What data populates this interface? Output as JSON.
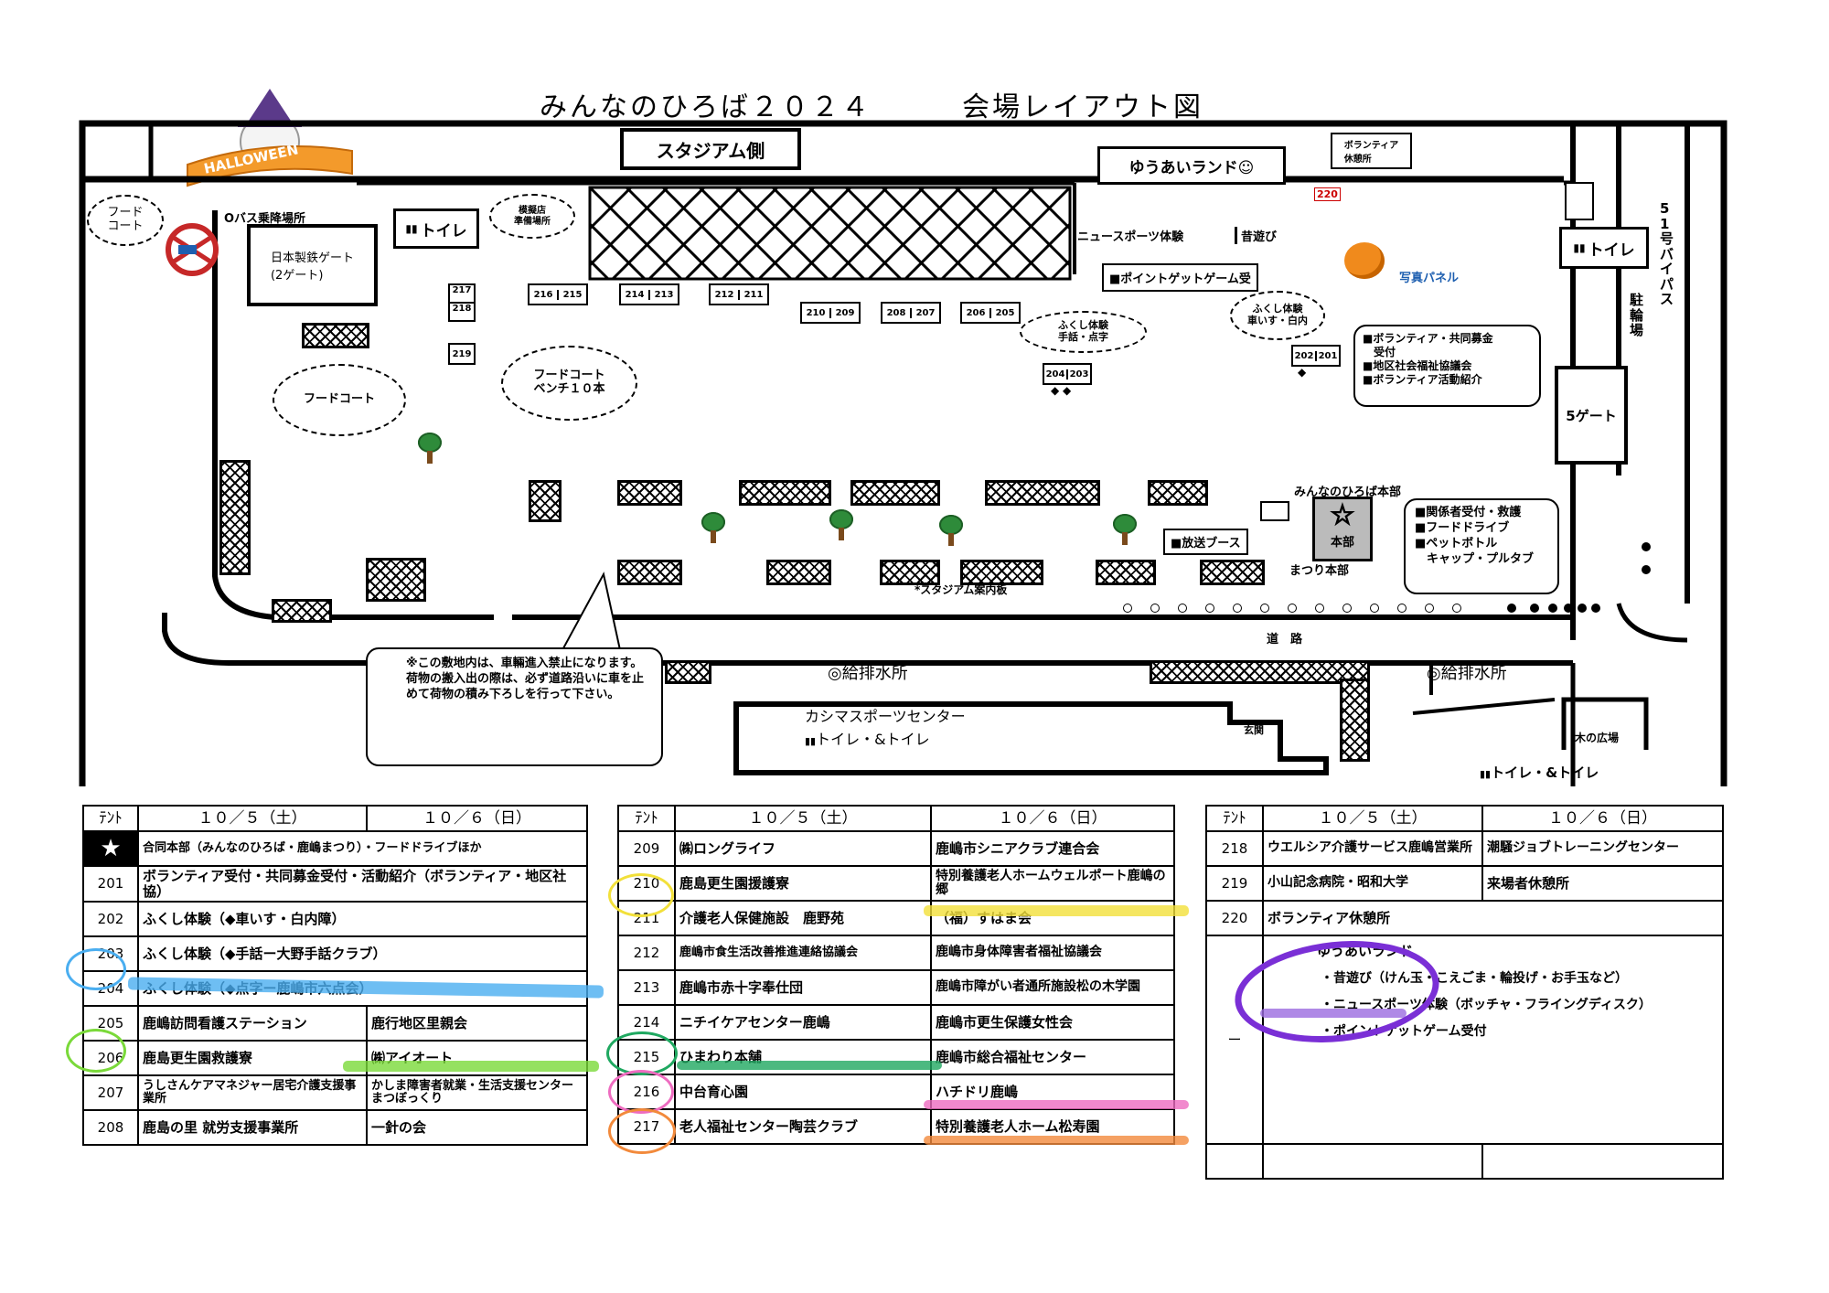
{
  "title": "みんなのひろば２０２４　　　会場レイアウト図",
  "halloween_logo": "HALLOWEEN",
  "map": {
    "stadium_side": "スタジアム側",
    "yuai_land": "ゆうあいランド☺",
    "volunteer_rest": "ボランティア\n休憩所",
    "tent_220": "220",
    "food_court_tl": "フード\nコート",
    "bus_parking": "Oバス乗降場所",
    "nihon_gate": "日本製鉄ゲート\n(2ゲート)",
    "toilet_a": "トイレ",
    "toilet_b": "トイレ",
    "staging_area": "模擬店\n準備場所",
    "news_sports": "ニュースポーツ体験",
    "fuyu_asobi": "昔遊び",
    "pumpkin_photo": "写真パネル",
    "route_51": "51号バイパス",
    "parking": "駐輪場",
    "gate5": "5ゲート",
    "point_game": "■ポイントゲットゲーム受",
    "fukushi_exp_a": "ふくし体験\n手話・点字",
    "fukushi_exp_b": "ふくし体験\n車いす・白内",
    "volunteer_info": "■ボランティア・共同募金\n　受付\n■地区社会福祉協議会\n■ボランティア活動紹介",
    "food_court_mid": "フードコート",
    "food_court_bench": "フードコート\nベンチ１０本",
    "hq_label": "みんなのひろば本部",
    "hq_box": "本部",
    "matsuri_hq": "まつり本部",
    "broadcast_booth": "■放送ブース",
    "hq_info": "■関係者受付・救護\n■フードドライブ\n■ペットボトル\n　キャップ・プルタブ",
    "stadium_guide": "*スタジアム案内板",
    "road": "道　路",
    "water_a": "◎給排水所",
    "water_b": "◎給排水所",
    "notice": "※この敷地内は、車輛進入禁止になります。\n荷物の搬入出の際は、必ず道路沿いに車を止めて荷物の積み下ろしを行って下さい。",
    "kashima_center": "カシマスポーツセンター",
    "kashima_toilet": "トイレ・&トイレ",
    "entrance": "玄関",
    "tree_plaza": "木の広場",
    "toilet_br": "トイレ・&トイレ",
    "tents_top": [
      "217",
      "218",
      "216",
      "215",
      "214",
      "213",
      "212",
      "211",
      "210",
      "209",
      "208",
      "207",
      "206",
      "205",
      "219",
      "204",
      "203",
      "202",
      "201"
    ]
  },
  "tables": {
    "headers": [
      "ﾃﾝﾄ",
      "１０／５（土）",
      "１０／６（日）"
    ],
    "left": [
      {
        "no": "★",
        "sat": "合同本部（みんなのひろば・鹿嶋まつり）・フードドライブほか",
        "sun": ""
      },
      {
        "no": "201",
        "sat": "ボランティア受付・共同募金受付・活動紹介（ボランティア・地区社協）",
        "sun": ""
      },
      {
        "no": "202",
        "sat": "ふくし体験（◆車いす・白内障）",
        "sun": ""
      },
      {
        "no": "203",
        "sat": "ふくし体験（◆手話ー大野手話クラブ）",
        "sun": ""
      },
      {
        "no": "204",
        "sat": "ふくし体験（◆点字ー鹿嶋市六点会）",
        "sun": ""
      },
      {
        "no": "205",
        "sat": "鹿嶋訪問看護ステーション",
        "sun": "鹿行地区里親会"
      },
      {
        "no": "206",
        "sat": "鹿島更生園救護寮",
        "sun": "㈱アイオート"
      },
      {
        "no": "207",
        "sat": "うしさんケアマネジャー居宅介護支援事業所",
        "sun": "かしま障害者就業・生活支援センターまつぼっくり"
      },
      {
        "no": "208",
        "sat": "鹿島の里 就労支援事業所",
        "sun": "一針の会"
      }
    ],
    "middle": [
      {
        "no": "209",
        "sat": "㈱ロングライフ",
        "sun": "鹿嶋市シニアクラブ連合会"
      },
      {
        "no": "210",
        "sat": "鹿島更生園援護寮",
        "sun": "特別養護老人ホームウェルポート鹿嶋の郷"
      },
      {
        "no": "211",
        "sat": "介護老人保健施設　鹿野苑",
        "sun": "（福）すはま会"
      },
      {
        "no": "212",
        "sat": "鹿嶋市食生活改善推進連絡協議会",
        "sun": "鹿嶋市身体障害者福祉協議会"
      },
      {
        "no": "213",
        "sat": "鹿嶋市赤十字奉仕団",
        "sun": "鹿嶋市障がい者通所施設松の木学園"
      },
      {
        "no": "214",
        "sat": "ニチイケアセンター鹿嶋",
        "sun": "鹿嶋市更生保護女性会"
      },
      {
        "no": "215",
        "sat": "ひまわり本舗",
        "sun": "鹿嶋市総合福祉センター"
      },
      {
        "no": "216",
        "sat": "中台育心園",
        "sun": "ハチドリ鹿嶋"
      },
      {
        "no": "217",
        "sat": "老人福祉センター陶芸クラブ",
        "sun": "特別養護老人ホーム松寿園"
      }
    ],
    "right": [
      {
        "no": "218",
        "sat": "ウエルシア介護サービス鹿嶋営業所",
        "sun": "潮騒ジョブトレーニングセンター"
      },
      {
        "no": "219",
        "sat": "小山記念病院・昭和大学",
        "sun": "来場者休憩所"
      },
      {
        "no": "220",
        "sat": "ボランティア休憩所",
        "sun": ""
      }
    ],
    "right_extra": {
      "no": "ー",
      "title": "ゆうあいランド",
      "items": [
        "・昔遊び（けん玉・こえごま・輪投げ・お手玉など）",
        "・ニュースポーツ体験（ボッチャ・フライングディスク）",
        "・ポイントゲットゲーム受付"
      ]
    }
  },
  "highlight_colors": {
    "blue": "#4aaef0",
    "yellow": "#f2e03a",
    "green": "#7ad93a",
    "teal": "#1fa860",
    "pink": "#ee6cc0",
    "orange": "#f28a3c",
    "purple": "#7a2fd6"
  }
}
